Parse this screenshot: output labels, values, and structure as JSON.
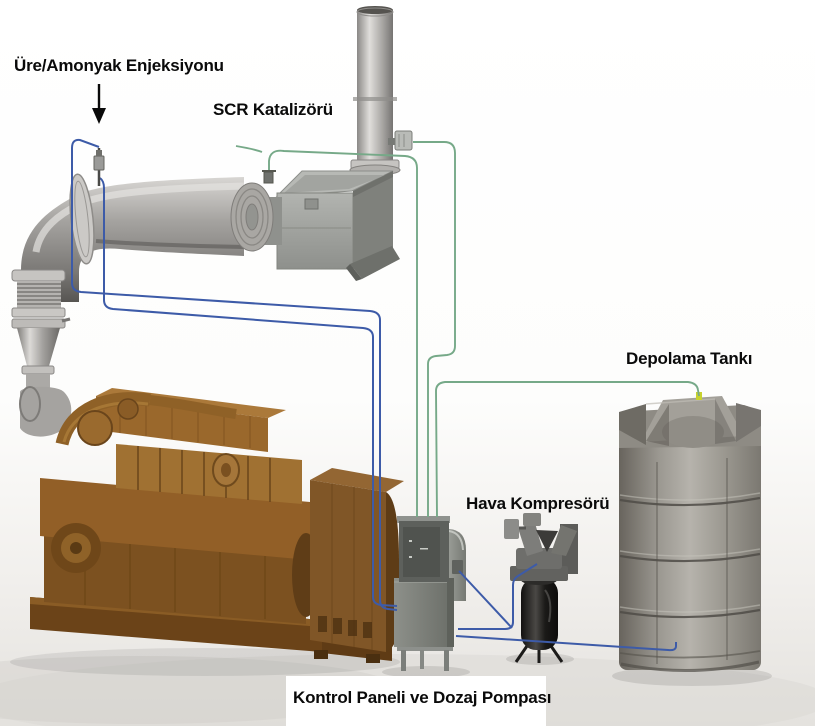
{
  "diagram": {
    "title": "SCR exhaust aftertreatment system",
    "labels": {
      "urea_ammonia_injection": "Üre/Amonyak Enjeksiyonu",
      "scr_catalyst": "SCR Katalizörü",
      "storage_tank": "Depolama Tankı",
      "air_compressor": "Hava Kompresörü",
      "control_panel_dosing_pump": "Kontrol Paneli ve Dozaj Pompası"
    },
    "icons": {
      "down_arrow": "down-arrow-icon"
    },
    "colors": {
      "dosing_line_blue": "#3d5ba8",
      "air_line_green": "#76a988",
      "engine_bronze": "#8f6228",
      "steel_gray": "#a8a6a3",
      "tank_gray": "#a7a49d",
      "panel_gray": "#7d807c",
      "label_text": "#0a0a0a",
      "background": "#ffffff"
    },
    "components": [
      "diesel-engine-generator",
      "exhaust-pipe",
      "scr-catalyst-housing",
      "exhaust-stack",
      "urea-injector",
      "control-panel-dosing-pump",
      "air-compressor",
      "urea-storage-tank"
    ]
  }
}
